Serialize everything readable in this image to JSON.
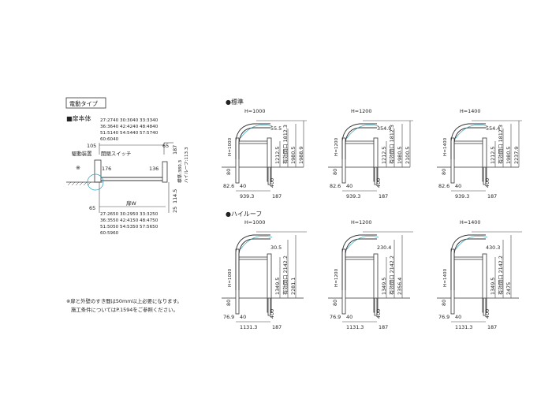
{
  "left_panel": {
    "type_badge": "電動タイプ",
    "section_title": "■扉本体",
    "size_table_top": [
      "27:2740 30:3040 33:3340",
      "36:3640 42:4240 48:4840",
      "51:5140 54:5440 57:5740",
      "60:6040"
    ],
    "size_table_bottom": [
      "27:2650 30:2950 33:3250",
      "36:3550 42:4150 48:4750",
      "51:5050 54:5350 57:5650",
      "60:5960"
    ],
    "drive_label": "駆動装置",
    "switch_label": "開閉スイッチ",
    "asterisk": "※",
    "dims": {
      "top_width": "105",
      "right_top": "65",
      "right_v": "187",
      "left_inner": "176",
      "right_inner": "136",
      "side_text_a": "標準:380.3",
      "side_text_b": "ハイルーフ:113.3",
      "right_lower": "114.5",
      "bottom_right": "25",
      "bottom_left": "65",
      "door_w": "扉W"
    },
    "notes": [
      "※扉と外壁のすき間は50mm以上必要になります。",
      "施工条件についてはP.1594をご参照ください。"
    ]
  },
  "standard": {
    "title": "●標準",
    "views": [
      {
        "h_label": "H=1000",
        "side_h": "H=1000",
        "top_dim": "55.5",
        "inner": "1212.5",
        "clear": "有効開口 1812.3",
        "total_a": "1980.5",
        "total_b": "1988.9",
        "left": "82.6",
        "w40": "40",
        "post": "400",
        "bottom": "939.3",
        "base": "187",
        "base_left": "80"
      },
      {
        "h_label": "H=1200",
        "side_h": "H=1200",
        "top_dim": "354.9",
        "inner": "1212.5",
        "clear": "有効開口 1812.3",
        "total_a": "1980.5",
        "total_b": "2100.5",
        "left": "82.6",
        "w40": "40",
        "post": "400",
        "bottom": "939.3",
        "base": "187",
        "base_left": "80"
      },
      {
        "h_label": "H=1400",
        "side_h": "H=1400",
        "top_dim": "554.4",
        "inner": "1212.5",
        "clear": "有効開口 1812.3",
        "total_a": "1980.5",
        "total_b": "2237.9",
        "left": "82.6",
        "w40": "40",
        "post": "400",
        "bottom": "939.3",
        "base": "187",
        "base_left": "80"
      }
    ]
  },
  "high_roof": {
    "title": "●ハイルーフ",
    "views": [
      {
        "h_label": "H=1000",
        "side_h": "H=1000",
        "top_dim": "30.5",
        "inner": "1349.5",
        "clear": "有効開口 2142.2",
        "total": "2281.1",
        "left": "76.9",
        "w40": "40",
        "post": "400",
        "bottom": "1131.3",
        "base": "187",
        "base_left": "80"
      },
      {
        "h_label": "H=1200",
        "side_h": "H=1200",
        "top_dim": "230.4",
        "inner": "1349.5",
        "clear": "有効開口 2142.2",
        "total": "2356.4",
        "left": "76.9",
        "w40": "40",
        "post": "400",
        "bottom": "1131.3",
        "base": "187",
        "base_left": "80"
      },
      {
        "h_label": "H=1400",
        "side_h": "H=1400",
        "top_dim": "430.3",
        "inner": "1349.5",
        "clear": "有効開口 2142.2",
        "total": "2475",
        "left": "76.9",
        "w40": "40",
        "post": "400",
        "bottom": "1131.3",
        "base": "187",
        "base_left": "80"
      }
    ]
  }
}
